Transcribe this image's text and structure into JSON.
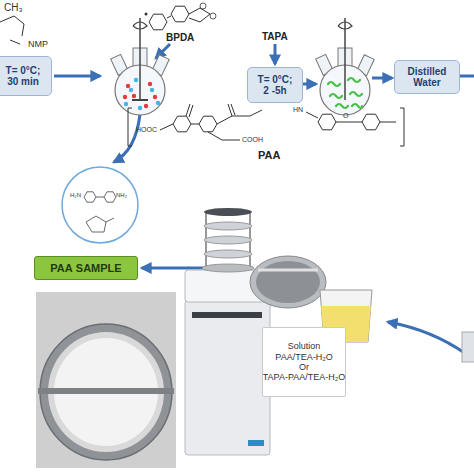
{
  "diagram": {
    "nodes": [
      {
        "text": [
          "T= 0°C; 30 min"
        ]
      },
      {
        "text": [
          "T= 0°C; 2 -5h"
        ]
      },
      {
        "text": [
          "Distilled Water"
        ]
      },
      {
        "text": [
          "PAA SAMPLE"
        ]
      },
      {
        "text": [
          "Solution PAA/TEA-H₂O Or TAPA-PAA/TEA-H₂O"
        ]
      }
    ],
    "labels": [
      "CH₃",
      "NMP",
      "BPDA",
      "TAPA",
      "HOOC",
      "COOH",
      "HN",
      "O",
      "PAA",
      "H₂N",
      "NH₂"
    ]
  }
}
